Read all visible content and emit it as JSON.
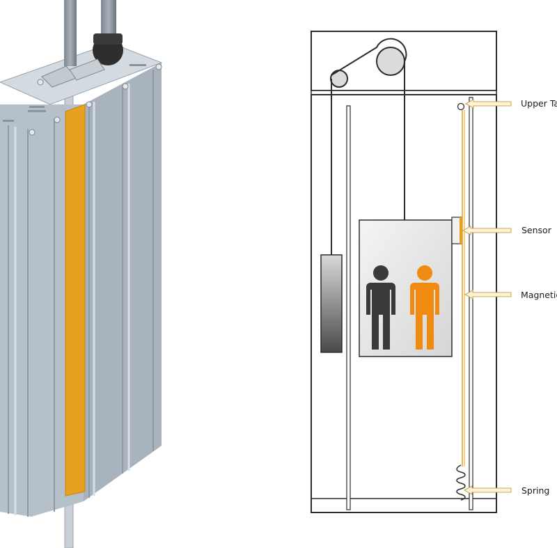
{
  "colors": {
    "housing": "#b8c2cb",
    "housing_shadow": "#8f9aa4",
    "housing_light": "#d6dde3",
    "tape": "#e8a020",
    "figure_dark": "#3a3a3a",
    "figure_orange": "#f08a10",
    "tape_line": "#e8a020",
    "arrow_fill": "#fff3d6",
    "arrow_stroke": "#c9a45a",
    "outline": "#2b2b2b"
  },
  "icons": {
    "passenger_1": "person-icon",
    "passenger_2": "person-icon"
  },
  "callouts": [
    {
      "label": "Upper Ta"
    },
    {
      "label": "Sensor"
    },
    {
      "label": "Magnetic"
    },
    {
      "label": "Spring"
    }
  ]
}
